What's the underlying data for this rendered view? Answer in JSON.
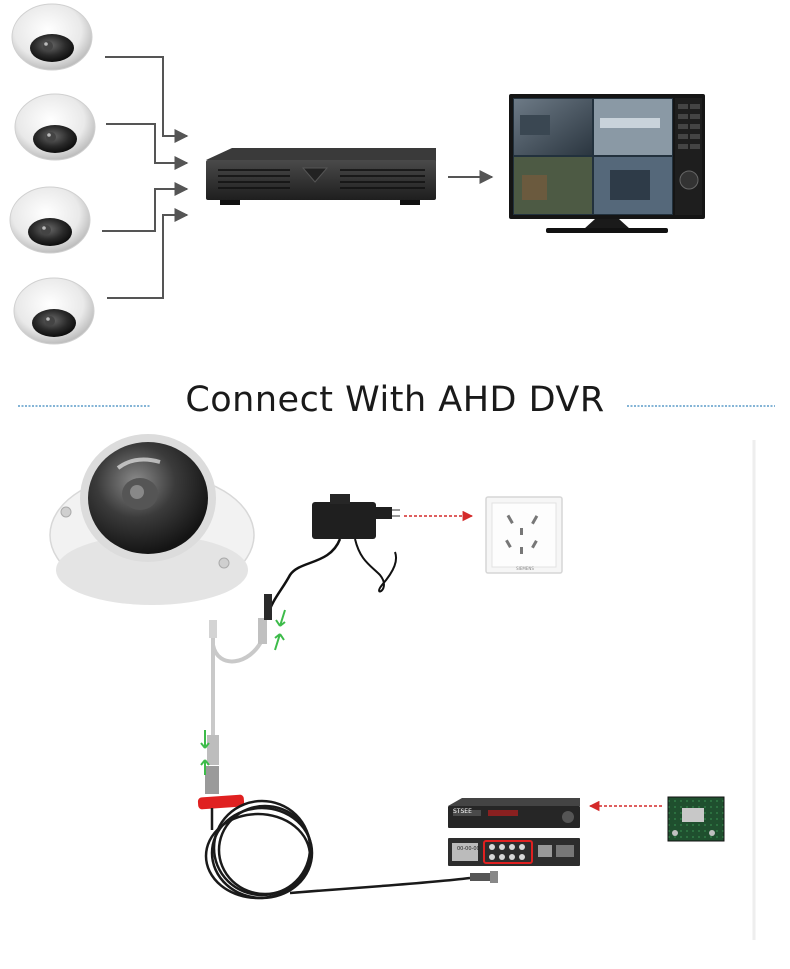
{
  "title": "Connect With AHD DVR",
  "outlet": {
    "brand": "SIEMENS"
  },
  "dvr": {
    "brand": "STSEE",
    "panel_text": "00-00-00"
  },
  "colors": {
    "wire": "#555555",
    "separator": "#5b9bc9",
    "power_arrow": "#d42a2a",
    "hdd_arrow": "#d42a2a",
    "connection_arrow": "#3dbb4a",
    "video_balun": "#e02020"
  }
}
